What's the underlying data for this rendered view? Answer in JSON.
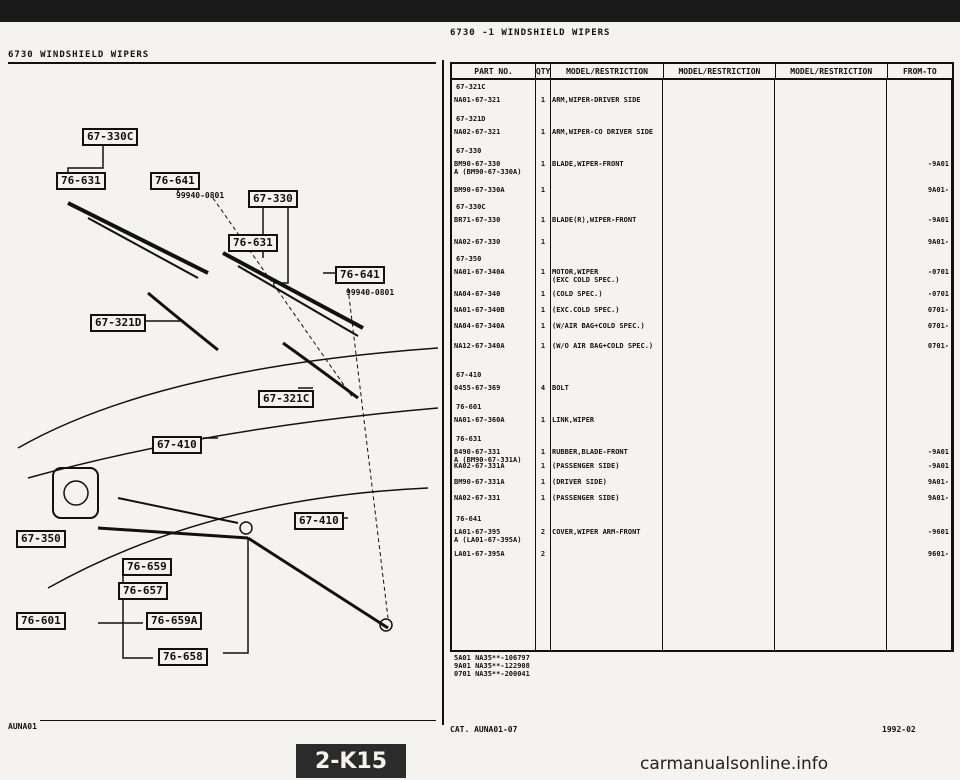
{
  "left_header": "6730    WINDSHIELD WIPERS",
  "right_header": "6730  -1    WINDSHIELD WIPERS",
  "callouts": [
    "67-330C",
    "76-631",
    "76-641",
    "99940-0801",
    "67-330",
    "76-631",
    "76-641",
    "99940-0801",
    "67-321D",
    "67-321C",
    "67-410",
    "67-410",
    "67-350",
    "76-659",
    "76-657",
    "76-601",
    "76-659A",
    "76-658"
  ],
  "table": {
    "headers": [
      "PART NO.",
      "QTY",
      "MODEL/RESTRICTION",
      "MODEL/RESTRICTION",
      "MODEL/RESTRICTION",
      "FROM-TO"
    ],
    "rows": [
      {
        "box": "67-321C",
        "pn": "NA01-67-321",
        "qty": "1",
        "desc": "ARM,WIPER-DRIVER SIDE",
        "ft": ""
      },
      {
        "box": "67-321D",
        "pn": "NA02-67-321",
        "qty": "1",
        "desc": "ARM,WIPER-CO DRIVER SIDE",
        "ft": ""
      },
      {
        "box": "67-330",
        "pn": "BM90-67-330\nA (BM90-67-330A)",
        "qty": "1",
        "desc": "BLADE,WIPER-FRONT",
        "ft": "-9A01"
      },
      {
        "box": "",
        "pn": "BM90-67-330A",
        "qty": "1",
        "desc": "",
        "ft": "9A01-"
      },
      {
        "box": "67-330C",
        "pn": "BR71-67-330",
        "qty": "1",
        "desc": "BLADE(R),WIPER-FRONT",
        "ft": "-9A01"
      },
      {
        "box": "",
        "pn": "NA02-67-330",
        "qty": "1",
        "desc": "",
        "ft": "9A01-"
      },
      {
        "box": "67-350",
        "pn": "NA01-67-340A",
        "qty": "1",
        "desc": "MOTOR,WIPER\n(EXC COLD SPEC.)",
        "ft": "-0701"
      },
      {
        "box": "",
        "pn": "NA04-67-340",
        "qty": "1",
        "desc": "(COLD SPEC.)",
        "ft": "-0701"
      },
      {
        "box": "",
        "pn": "NA01-67-340B",
        "qty": "1",
        "desc": "(EXC.COLD SPEC.)",
        "ft": "0701-"
      },
      {
        "box": "",
        "pn": "NA04-67-340A",
        "qty": "1",
        "desc": "(W/AIR BAG+COLD SPEC.)",
        "ft": "0701-"
      },
      {
        "box": "",
        "pn": "NA12-67-340A",
        "qty": "1",
        "desc": "(W/O AIR BAG+COLD SPEC.)",
        "ft": "0701-"
      },
      {
        "box": "67-410",
        "pn": "0455-67-369",
        "qty": "4",
        "desc": "BOLT",
        "ft": ""
      },
      {
        "box": "76-601",
        "pn": "NA01-67-360A",
        "qty": "1",
        "desc": "LINK,WIPER",
        "ft": ""
      },
      {
        "box": "76-631",
        "pn": "B490-67-331\nA (BM90-67-331A)",
        "qty": "1",
        "desc": "RUBBER,BLADE-FRONT",
        "ft": "-9A01"
      },
      {
        "box": "",
        "pn": "KA02-67-331A",
        "qty": "1",
        "desc": "(PASSENGER SIDE)",
        "ft": "-9A01"
      },
      {
        "box": "",
        "pn": "BM90-67-331A",
        "qty": "1",
        "desc": "(DRIVER SIDE)",
        "ft": "9A01-"
      },
      {
        "box": "",
        "pn": "NA02-67-331",
        "qty": "1",
        "desc": "(PASSENGER SIDE)",
        "ft": "9A01-"
      },
      {
        "box": "76-641",
        "pn": "LA01-67-395\nA (LA01-67-395A)",
        "qty": "2",
        "desc": "COVER,WIPER ARM-FRONT",
        "ft": "-9601"
      },
      {
        "box": "",
        "pn": "LA01-67-395A",
        "qty": "2",
        "desc": "",
        "ft": "9601-"
      }
    ],
    "notes": [
      "5A01 NA35**-106797",
      "9A01 NA35**-122908",
      "0701 NA35**-200041"
    ]
  },
  "left_footer": "AUNA01",
  "cat_label": "CAT. AUNA01-07",
  "footer_date": "1992-02",
  "page_badge": "2-K15",
  "watermark": "carmanualsonline.info"
}
